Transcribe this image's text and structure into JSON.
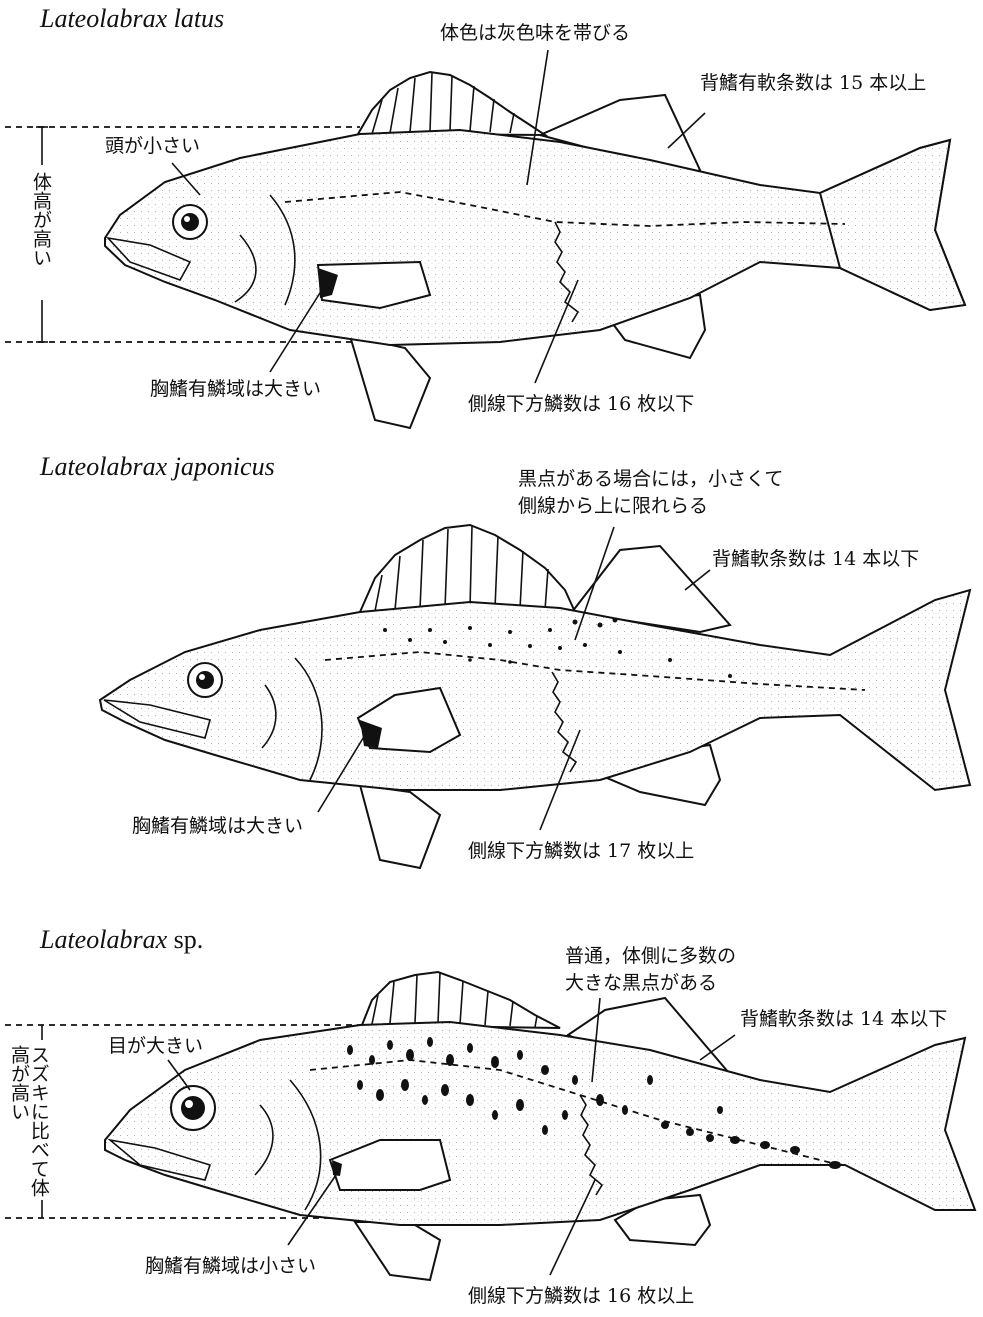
{
  "panels": [
    {
      "title_genus": "Lateolabrax",
      "title_species": "latus",
      "labels": {
        "body_color": "体色は灰色味を帯びる",
        "dorsal_rays": "背鰭有軟条数は 15 本以上",
        "head": "頭が小さい",
        "body_height": "体高が高い",
        "pectoral_scale": "胸鰭有鱗域は大きい",
        "lateral_scales": "側線下方鱗数は 16 枚以下"
      }
    },
    {
      "title_genus": "Lateolabrax",
      "title_species": "japonicus",
      "labels": {
        "spots_line1": "黒点がある場合には，小さくて",
        "spots_line2": "側線から上に限れらる",
        "dorsal_rays": "背鰭軟条数は 14 本以下",
        "pectoral_scale": "胸鰭有鱗域は大きい",
        "lateral_scales": "側線下方鱗数は 17 枚以上"
      }
    },
    {
      "title_genus": "Lateolabrax",
      "title_species": "sp.",
      "labels": {
        "spots_line1": "普通，体側に多数の",
        "spots_line2": "大きな黒点がある",
        "dorsal_rays": "背鰭軟条数は 14 本以下",
        "eye": "目が大きい",
        "body_height": "スズキに比べて体高が高い",
        "pectoral_scale": "胸鰭有鱗域は小さい",
        "lateral_scales": "側線下方鱗数は 16 枚以上"
      }
    }
  ]
}
